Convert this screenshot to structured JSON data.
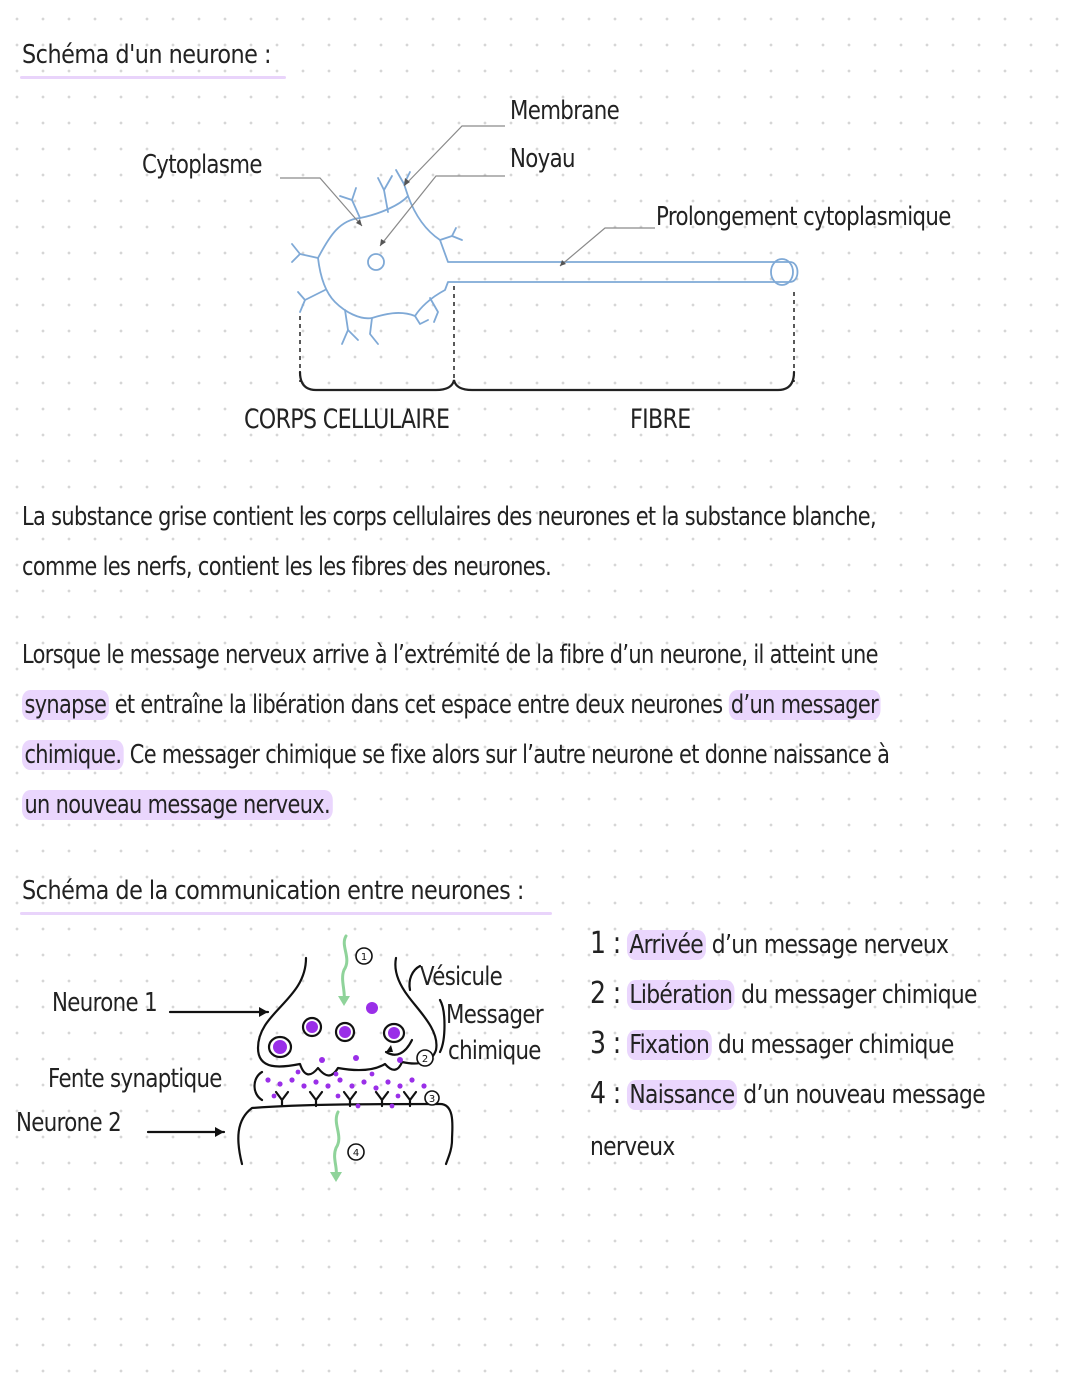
{
  "section1": {
    "heading": "Schéma d'un neurone :",
    "labels": {
      "membrane": "Membrane",
      "noyau": "Noyau",
      "cytoplasme": "Cytoplasme",
      "prolongement": "Prolongement cytoplasmique",
      "corps": "CORPS CELLULAIRE",
      "fibre": "FIBRE"
    }
  },
  "paragraph1": {
    "line1": "La substance grise contient les corps cellulaires des neurones et la substance blanche,",
    "line2": "comme les nerfs, contient les les fibres des neurones."
  },
  "paragraph2": {
    "l1": "Lorsque le message nerveux arrive à l’extrémité de la fibre d’un neurone, il atteint une",
    "l2_hl1": "synapse",
    "l2_mid": " et entraîne la libération dans cet espace entre deux neurones ",
    "l2_hl2": "d’un messager",
    "l3_hl": "chimique.",
    "l3_rest": " Ce messager chimique se fixe alors sur l’autre neurone et donne naissance à",
    "l4_hl": "un nouveau message nerveux."
  },
  "section2": {
    "heading": "Schéma de la communication entre neurones :",
    "labels": {
      "neurone1": "Neurone 1",
      "fente": "Fente synaptique",
      "neurone2": "Neurone 2",
      "vesicule": "Vésicule",
      "messager": "Messager",
      "chimique": "chimique"
    },
    "markers": [
      "1",
      "2",
      "3",
      "4"
    ],
    "legend": [
      {
        "num": "1 :",
        "hl": "Arrivée",
        "rest": " d’un message nerveux"
      },
      {
        "num": "2 :",
        "hl": "Libération",
        "rest": " du messager chimique"
      },
      {
        "num": "3 :",
        "hl": "Fixation",
        "rest": " du messager chimique"
      },
      {
        "num": "4 :",
        "hl": "Naissance",
        "rest": " d’un nouveau message"
      }
    ],
    "legend_tail": "nerveux"
  },
  "colors": {
    "highlight": "#ead6fd",
    "neuron_blue": "#7fa9d6",
    "purple": "#9a2fe8",
    "arrow_green": "#8fd39a"
  }
}
